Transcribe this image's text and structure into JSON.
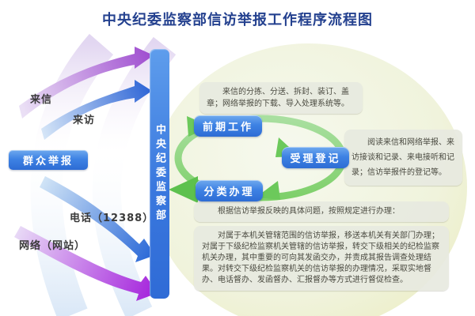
{
  "title": "中央纪委监察部信访举报工作程序流程图",
  "left": {
    "report_box": "群众举报",
    "channels": [
      {
        "label": "来信",
        "arrow_color": "#A04FD0"
      },
      {
        "label": "来访",
        "arrow_color": "#2F66D6"
      },
      {
        "label": "电话（12388）",
        "arrow_color": "#2E6BD8"
      },
      {
        "label": "网络（网站）",
        "arrow_color": "#A524DC"
      }
    ]
  },
  "center_bar": {
    "label": "中央纪委监察部"
  },
  "process": {
    "cycle": [
      "前期工作",
      "受理登记",
      "分类办理"
    ],
    "steps": [
      {
        "label": "前期工作",
        "note": "来信的分拣、分送、拆封、装订、盖章；网络举报的下载、导入处理系统等。"
      },
      {
        "label": "受理登记",
        "note": "阅读来信和网络举报、来访接谈和记录、来电接听和记录；信访举报件的登记等。"
      },
      {
        "label": "分类办理",
        "note_intro": "根据信访举报反映的具体问题，按照规定进行办理：",
        "note_detail": "对属于本机关管辖范围的信访举报，移送本机关有关部门办理；对属于下级纪检监察机关管辖的信访举报，转交下级相关的纪检监察机关办理，其中重要的可向其发函交办，并责成其报告调查处理结果。对转交下级纪检监察机关的信访举报的办理情况，采取实地督办、电话督办、发函督办、汇报督办等方式进行督促检查。"
      }
    ]
  },
  "colors": {
    "title_text": "#24418F",
    "button_blue": "#2E6FD6",
    "flow_green": "#7CCF67",
    "arrow_blue": "#2F6AD8",
    "arrow_purple": "#A040CF",
    "backdrop": "#EDEFC9",
    "note_bg": "#E7E9DF"
  }
}
